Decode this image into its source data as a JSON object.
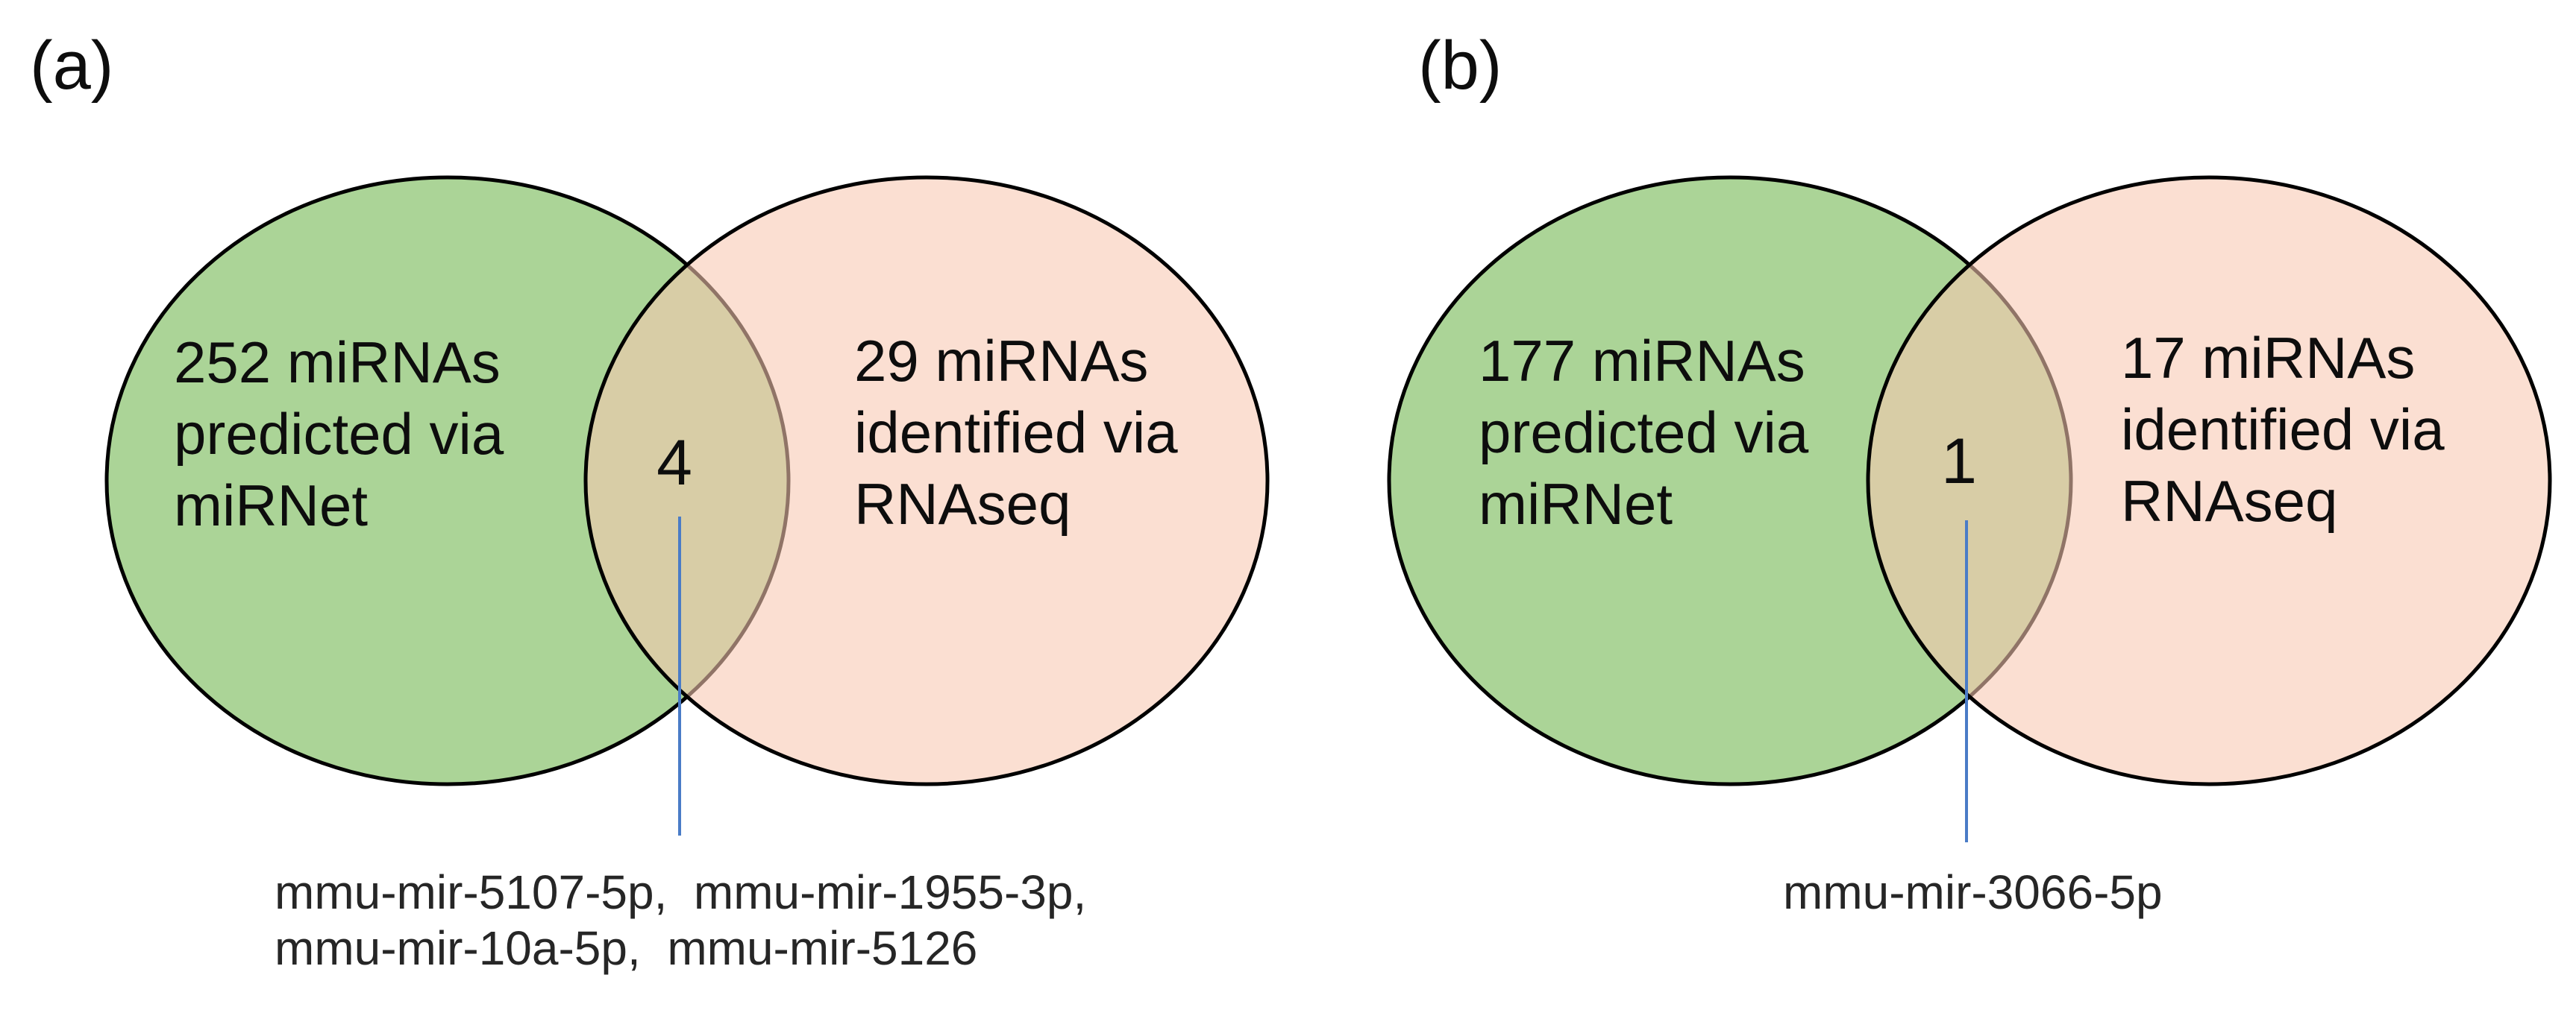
{
  "figure": {
    "colors": {
      "green_fill": "#abd497",
      "peach_fill": "#f8c8b1",
      "overlap_tint": "#d8cda6",
      "outline": "#000000",
      "connector_blue": "#4a7cc7",
      "text": "#0d0d0d"
    },
    "panels": [
      {
        "label": "(a)",
        "left_circle_text": "252 miRNAs\npredicted via\nmiRNet",
        "right_circle_text": "29 miRNAs\nidentified via\nRNAseq",
        "overlap_count": "4",
        "overlap_items": "mmu-mir-5107-5p,  mmu-mir-1955-3p,\nmmu-mir-10a-5p,  mmu-mir-5126"
      },
      {
        "label": "(b)",
        "left_circle_text": "177 miRNAs\npredicted via\nmiRNet",
        "right_circle_text": "17 miRNAs\nidentified via\nRNAseq",
        "overlap_count": "1",
        "overlap_items": "mmu-mir-3066-5p"
      }
    ]
  },
  "chart_data": [
    {
      "type": "venn",
      "panel": "(a)",
      "sets": [
        {
          "name": "predicted via miRNet",
          "size": 252
        },
        {
          "name": "identified via RNAseq",
          "size": 29
        }
      ],
      "overlap_size": 4,
      "overlap_members": [
        "mmu-mir-5107-5p",
        "mmu-mir-1955-3p",
        "mmu-mir-10a-5p",
        "mmu-mir-5126"
      ]
    },
    {
      "type": "venn",
      "panel": "(b)",
      "sets": [
        {
          "name": "predicted via miRNet",
          "size": 177
        },
        {
          "name": "identified via RNAseq",
          "size": 17
        }
      ],
      "overlap_size": 1,
      "overlap_members": [
        "mmu-mir-3066-5p"
      ]
    }
  ]
}
